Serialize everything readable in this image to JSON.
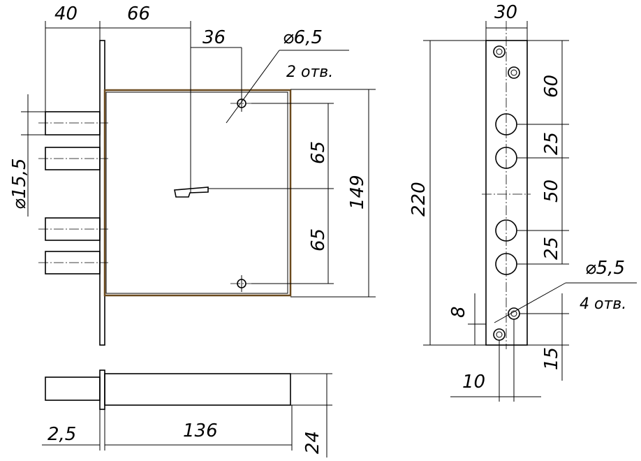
{
  "front_view": {
    "width_40": "40",
    "width_66": "66",
    "width_36": "36",
    "hole_diameter": "⌀6,5",
    "hole_count": "2 отв.",
    "bolt_diameter": "⌀15,5",
    "height_65_top": "65",
    "height_65_bottom": "65",
    "height_149": "149"
  },
  "bottom_view": {
    "plate_thickness": "2,5",
    "depth_136": "136",
    "thickness_24": "24"
  },
  "faceplate_view": {
    "width_30": "30",
    "height_220": "220",
    "dim_60": "60",
    "dim_25_top": "25",
    "dim_50": "50",
    "dim_25_bottom": "25",
    "hole_diameter": "⌀5,5",
    "hole_count": "4 отв.",
    "dim_8": "8",
    "dim_10": "10",
    "dim_15": "15"
  }
}
